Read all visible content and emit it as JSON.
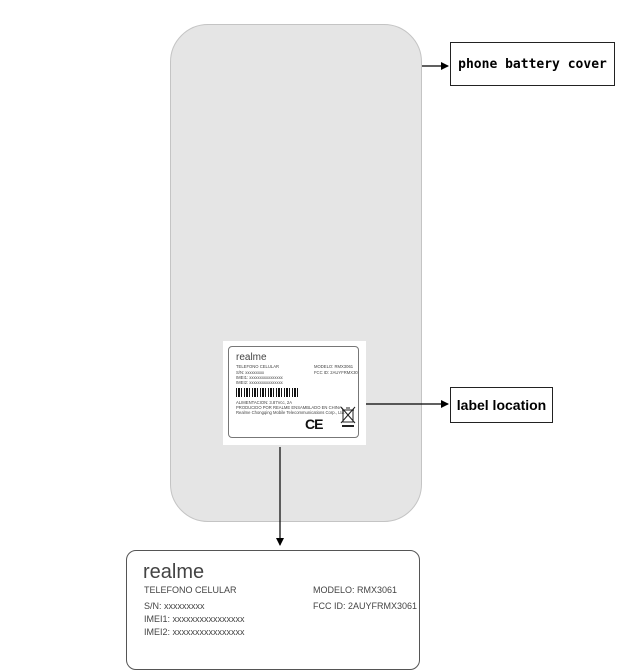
{
  "callouts": {
    "cover": "phone battery cover",
    "label": "label location"
  },
  "label": {
    "brand": "realme",
    "product": "TELEFONO CELULAR",
    "sn": "S/N: xxxxxxxxx",
    "imei1": "IMEI1: xxxxxxxxxxxxxxxx",
    "imei2": "IMEI2: xxxxxxxxxxxxxxxx",
    "model": "MODELO: RMX3061",
    "fcc": "FCC ID: 2AUYFRMX3061",
    "small_line_1": "ALIMENTACION: 3.87Vcc, 2A",
    "small_line_2": "PRODUCIDO POR REALME   ENSAMBLADO EN CHINA",
    "small_line_3": "Realme Chongqing Mobile Telecommunications Corp., Ltd.",
    "ce_mark": "CE"
  },
  "icons": [
    "weee-bin-icon",
    "arrow-icon"
  ]
}
